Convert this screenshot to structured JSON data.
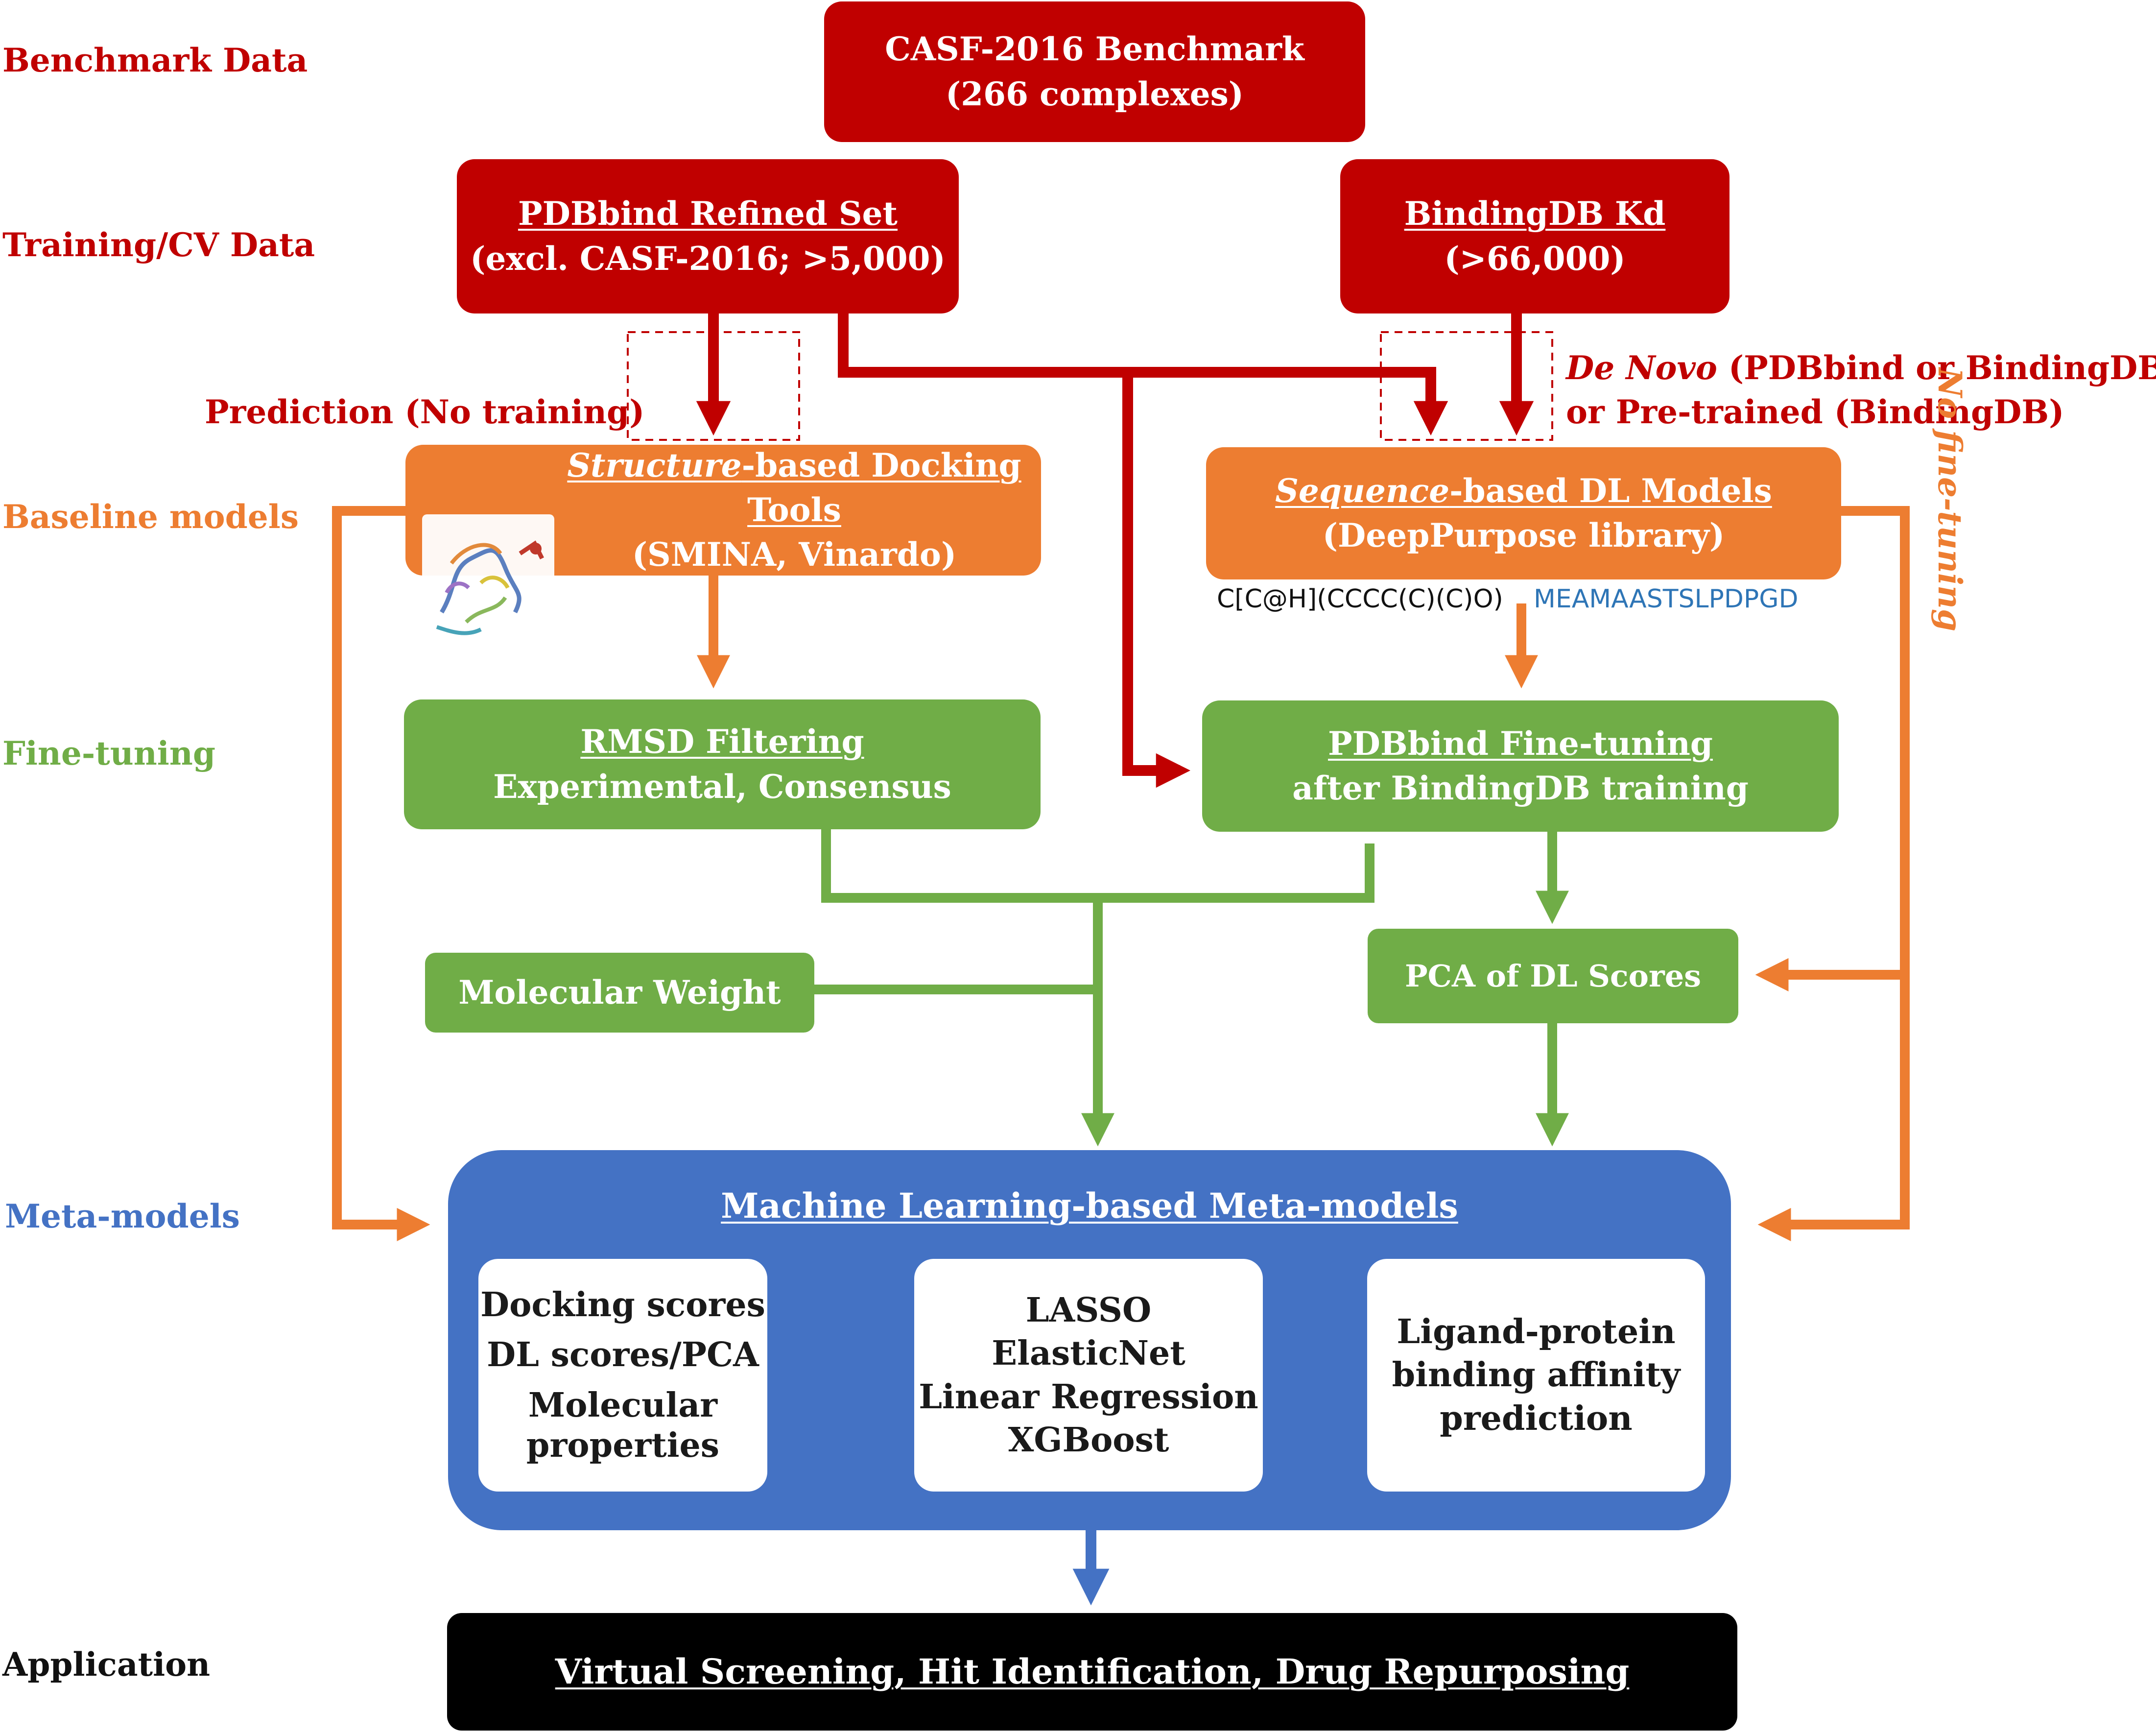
{
  "row_labels": {
    "benchmark": "Benchmark Data",
    "training": "Training/CV Data",
    "baseline": "Baseline models",
    "finetuning": "Fine-tuning",
    "meta": "Meta-models",
    "application": "Application"
  },
  "casf": {
    "line1": "CASF-2016 Benchmark",
    "line2": "(266 complexes)"
  },
  "pdbbind": {
    "title": "PDBbind Refined Set",
    "subtitle": "(excl. CASF-2016; >5,000)"
  },
  "bindingdb": {
    "title": "BindingDB Kd",
    "subtitle": "(>66,000)"
  },
  "prediction_note": "Prediction (No training)",
  "denovo_note": {
    "italic": "De Novo",
    "rest1": " (PDBbind or BindingDB)",
    "line2": "or Pre-trained (BindingDB)"
  },
  "structure_box": {
    "italic": "Structure",
    "title_rest": "-based Docking Tools",
    "subtitle": "(SMINA, Vinardo)"
  },
  "sequence_box": {
    "italic": "Sequence",
    "title_rest": "-based DL Models",
    "subtitle": "(DeepPurpose library)"
  },
  "smiles_example": "C[C@H](CCCC(C)(C)O)",
  "protein_sequence_example": "MEAMAASTSLPDPGD",
  "no_finetuning": "No fine-tuning",
  "rmsd_box": {
    "title": "RMSD Filtering",
    "subtitle": "Experimental, Consensus"
  },
  "pdbbind_finetune_box": {
    "title": "PDBbind Fine-tuning",
    "subtitle": "after BindingDB training"
  },
  "molecular_weight": "Molecular Weight",
  "pca_box": "PCA of DL Scores",
  "meta_models": {
    "title": "Machine Learning-based Meta-models",
    "inputs": [
      "Docking scores",
      "DL scores/PCA",
      "Molecular",
      "properties"
    ],
    "models": [
      "LASSO",
      "ElasticNet",
      "Linear Regression",
      "XGBoost"
    ],
    "output": [
      "Ligand-protein",
      "binding affinity",
      "prediction"
    ]
  },
  "application_box": "Virtual Screening, Hit Identification, Drug Repurposing",
  "colors": {
    "red": "#c00000",
    "orange": "#ed7d31",
    "green": "#70ad47",
    "blue": "#4472c4",
    "teal_chevron": "#a5ddd9",
    "black": "#000000"
  },
  "icons": [
    "protein-structure-icon",
    "chevron-right-icon"
  ]
}
